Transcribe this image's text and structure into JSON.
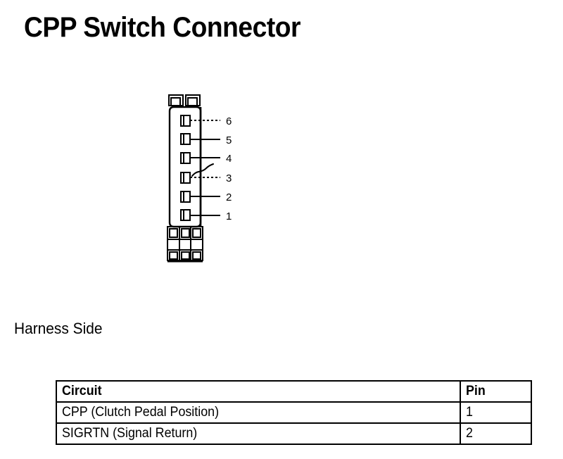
{
  "page": {
    "title": "CPP Switch Connector",
    "background_color": "#ffffff",
    "line_color": "#000000"
  },
  "diagram": {
    "caption": "Harness Side",
    "view": "Harness Side",
    "connector_type": "6-way switch connector",
    "terminal_count": 6,
    "pin_labels": [
      "6",
      "5",
      "4",
      "3",
      "2",
      "1"
    ],
    "pins": [
      {
        "number": "6",
        "lead_style": "dashed",
        "terminal": "socket"
      },
      {
        "number": "5",
        "lead_style": "solid",
        "terminal": "socket"
      },
      {
        "number": "4",
        "lead_style": "solid",
        "terminal": "socket"
      },
      {
        "number": "3",
        "lead_style": "dashed",
        "terminal": "socket"
      },
      {
        "number": "2",
        "lead_style": "solid",
        "terminal": "socket"
      },
      {
        "number": "1",
        "lead_style": "solid",
        "terminal": "socket"
      }
    ]
  },
  "table": {
    "columns": [
      "Circuit",
      "Pin"
    ],
    "rows": [
      {
        "circuit": "CPP (Clutch Pedal Position)",
        "pin": "1"
      },
      {
        "circuit": "SIGRTN (Signal Return)",
        "pin": "2"
      }
    ]
  }
}
